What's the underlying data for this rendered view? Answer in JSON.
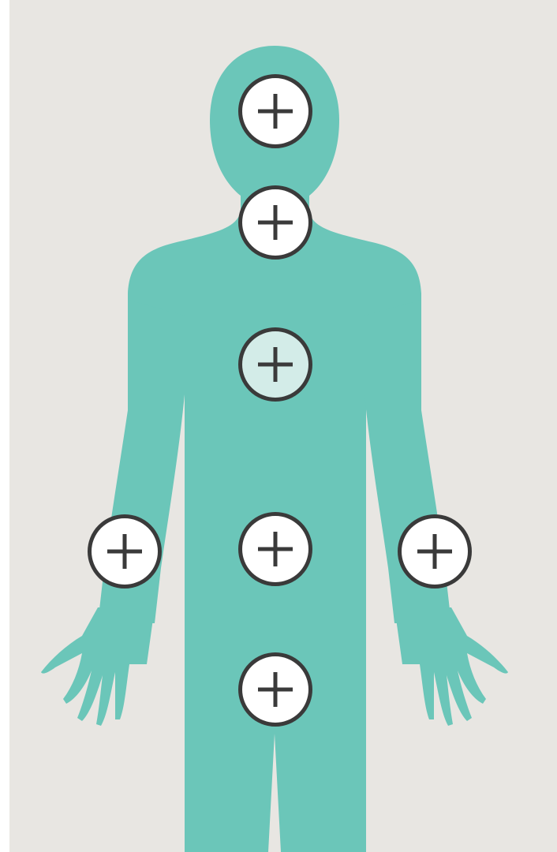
{
  "colors": {
    "background": "#e8e6e2",
    "body": "#6bc6b9",
    "marker_border": "#3a3a3a",
    "marker_fill": "#ffffff",
    "marker_fill_active": "#d3ece8",
    "plus": "#3a3a3a"
  },
  "hotspots": [
    {
      "name": "head-hotspot",
      "active": false
    },
    {
      "name": "neck-hotspot",
      "active": false
    },
    {
      "name": "chest-hotspot",
      "active": true
    },
    {
      "name": "left-arm-hotspot",
      "active": false
    },
    {
      "name": "abdomen-hotspot",
      "active": false
    },
    {
      "name": "right-arm-hotspot",
      "active": false
    },
    {
      "name": "pelvis-hotspot",
      "active": false
    }
  ],
  "icons": {
    "hotspot_icon": "plus-icon"
  }
}
